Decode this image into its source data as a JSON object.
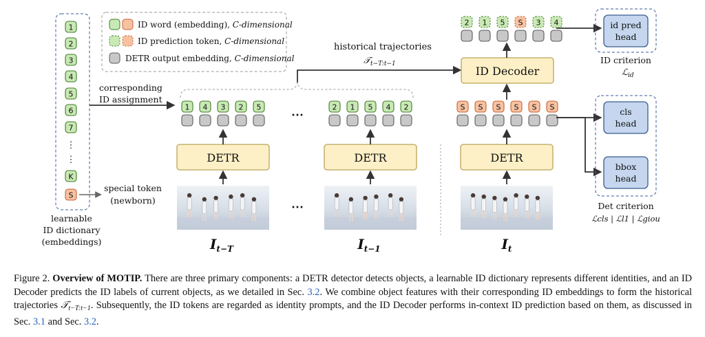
{
  "legend": {
    "id_word": "ID word (embedding), ",
    "id_word_dim": "C-dimensional",
    "id_pred": "ID prediction token, ",
    "id_pred_dim": "C-dimensional",
    "detr_out": "DETR output embedding, ",
    "detr_out_dim": "C-dimensional"
  },
  "dictionary": {
    "tokens": [
      "1",
      "2",
      "3",
      "4",
      "5",
      "6",
      "7",
      "K",
      "S"
    ],
    "label_line1": "learnable",
    "label_line2": "ID dictionary",
    "label_line3": "(embeddings)",
    "special_line1": "special token",
    "special_line2": "(newborn)",
    "assign_line1": "corresponding",
    "assign_line2": "ID assignment"
  },
  "frames": {
    "f1_ids": [
      "1",
      "4",
      "3",
      "2",
      "5"
    ],
    "f2_ids": [
      "2",
      "1",
      "5",
      "4",
      "2"
    ],
    "ft_tokens": [
      "S",
      "S",
      "S",
      "S",
      "S",
      "S"
    ],
    "detr_label": "DETR",
    "label_f1_main": "I",
    "label_f1_sub": "t−T",
    "label_f2_main": "I",
    "label_f2_sub": "t−1",
    "label_ft_main": "I",
    "label_ft_sub": "t",
    "ellipsis": "⋯"
  },
  "decoder": {
    "label": "ID Decoder",
    "hist_line1": "historical trajectories",
    "hist_sym": "𝒯",
    "hist_sub": "t−T:t−1",
    "pred_ids": [
      "2",
      "1",
      "5",
      "S",
      "3",
      "4"
    ]
  },
  "heads": {
    "id_pred_line1": "id pred",
    "id_pred_line2": "head",
    "id_criterion": "ID criterion",
    "id_loss": "ℒ",
    "id_loss_sub": "id",
    "cls_line1": "cls",
    "cls_line2": "head",
    "bbox_line1": "bbox",
    "bbox_line2": "head",
    "det_criterion": "Det criterion",
    "det_loss": "ℒcls | ℒl1 | ℒgiou"
  },
  "caption": {
    "fig_num": "Figure 2. ",
    "title": "Overview of MOTIP.",
    "text1": " There are three primary components: a DETR detector detects objects, a learnable ID dictionary represents different identities, and an ID Decoder predicts the ID labels of current objects, as we detailed in Sec. ",
    "ref1": "3.2",
    "text2": ". We combine object features with their corresponding ID embeddings to form the historical trajectories ",
    "traj_sym": "𝒯",
    "traj_sub": "t−T:t−1",
    "text3": ". Subsequently, the ID tokens are regarded as identity prompts, and the ID Decoder performs in-context ID prediction based on them, as discussed in Sec. ",
    "ref2": "3.1",
    "text4": " and Sec. ",
    "ref3": "3.2",
    "text5": "."
  },
  "colors": {
    "green_fill": "#c9e9b4",
    "green_stroke": "#3f7a2a",
    "orange_fill": "#f7c2a2",
    "orange_stroke": "#c8602e",
    "gray_fill": "#c8c8c8",
    "gray_stroke": "#5a5a5a",
    "detr_fill": "#fdf0c6",
    "detr_stroke": "#b9a45a",
    "head_fill": "#c5d6ee",
    "head_stroke": "#3b5c90",
    "dash_blue": "#3a5a9a"
  }
}
